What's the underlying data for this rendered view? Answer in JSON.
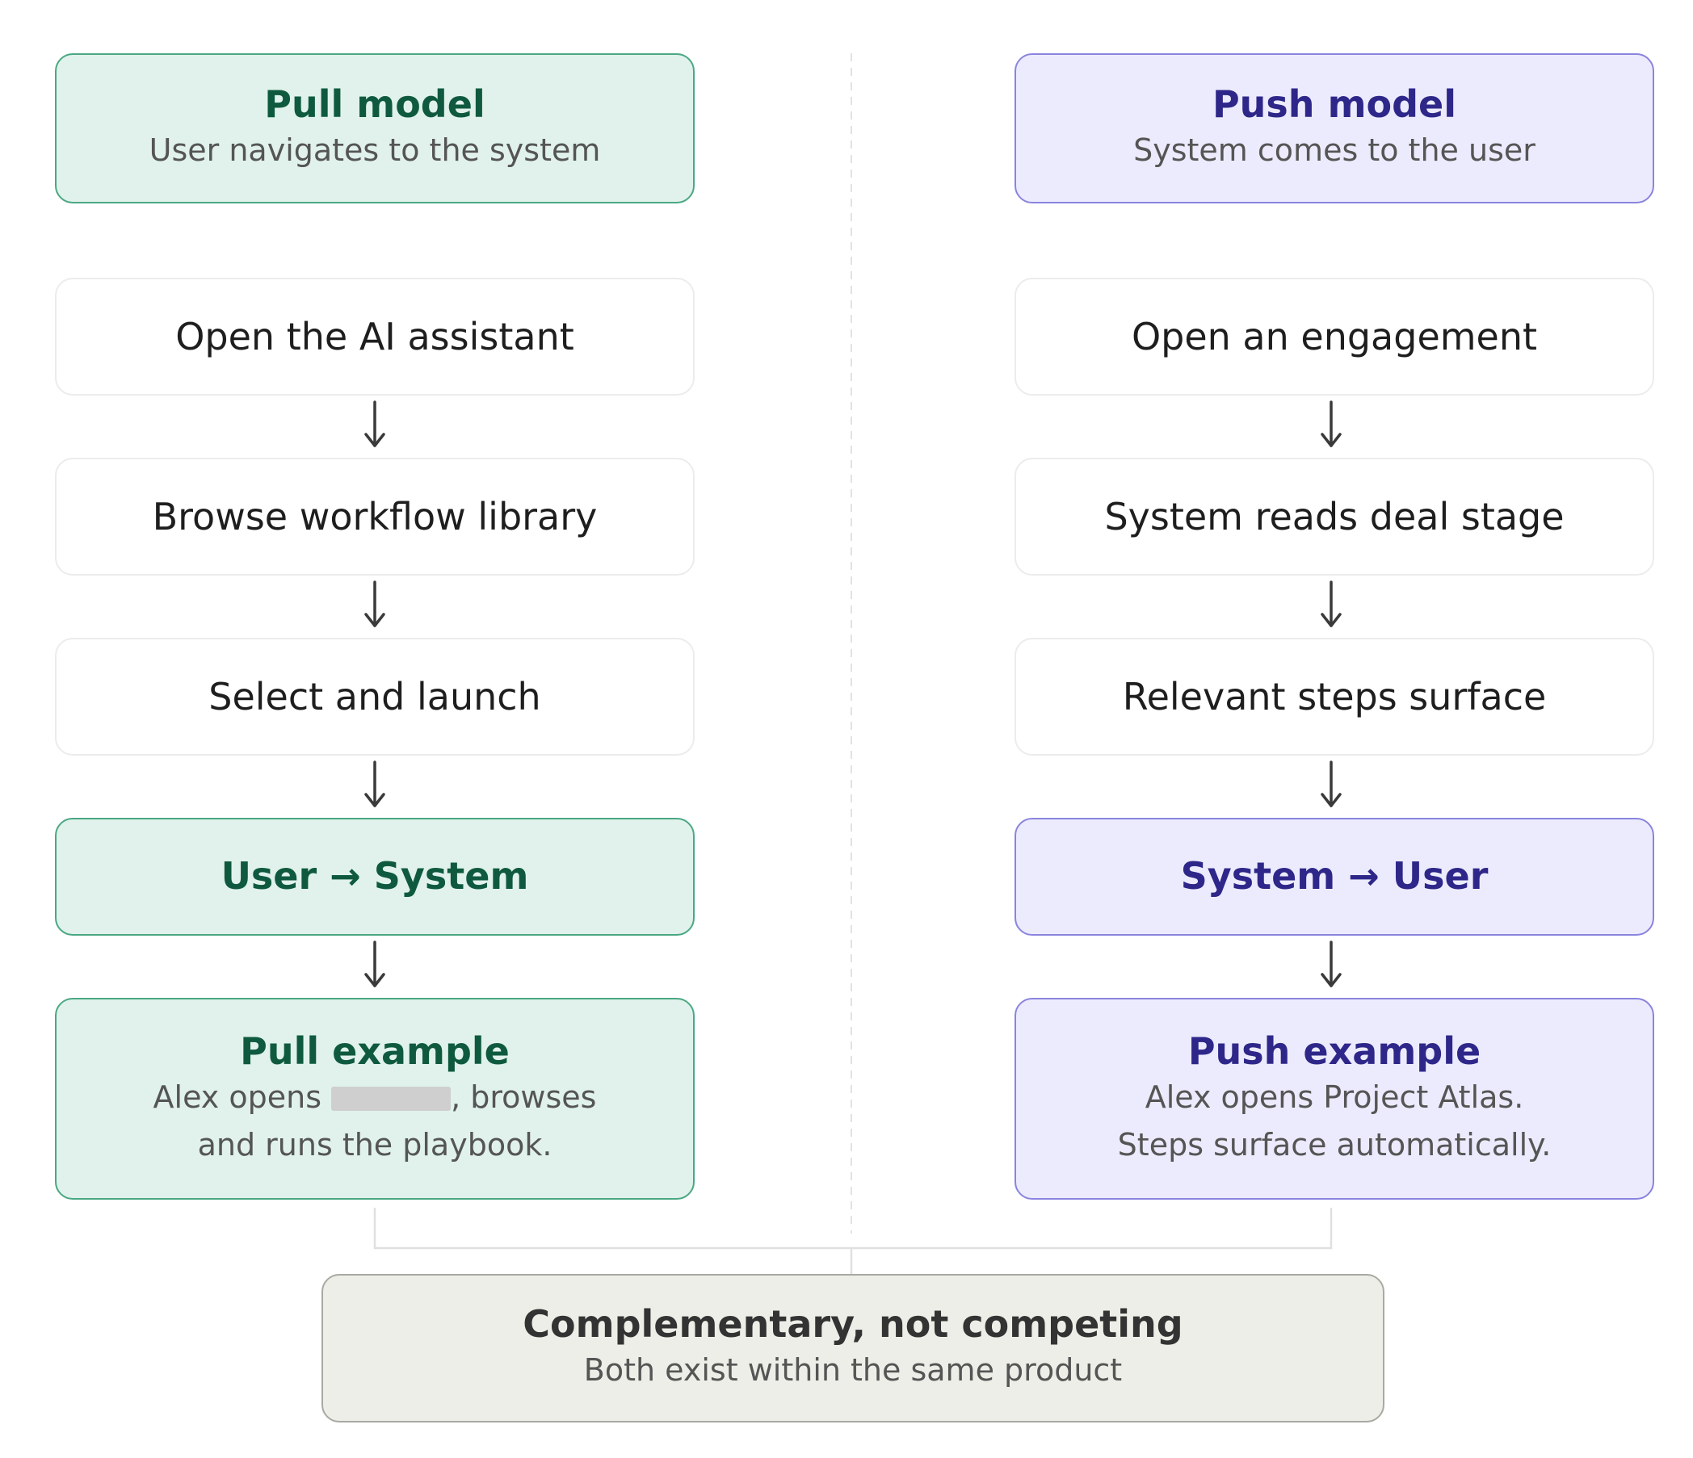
{
  "colors": {
    "pull_fill": "#e0f2eb",
    "pull_border": "#4aa882",
    "pull_text": "#0f5a3f",
    "push_fill": "#ecebfd",
    "push_border": "#8a84de",
    "push_text": "#2e2789",
    "summary_fill": "#eeeee8",
    "summary_border": "#a9a9a2",
    "arrow": "#3a3a3a"
  },
  "pull": {
    "header_title": "Pull model",
    "header_sub": "User navigates to the system",
    "steps": [
      "Open the AI assistant",
      "Browse workflow library",
      "Select and launch"
    ],
    "direction_left": "User",
    "direction_right": "System",
    "direction_arrow": "→",
    "example_title": "Pull example",
    "example_line1_before": "Alex opens",
    "example_line1_after": ", browses",
    "example_line2": "and runs the playbook."
  },
  "push": {
    "header_title": "Push model",
    "header_sub": "System comes to the user",
    "steps": [
      "Open an engagement",
      "System reads deal stage",
      "Relevant steps surface"
    ],
    "direction_left": "System",
    "direction_right": "User",
    "direction_arrow": "→",
    "example_title": "Push example",
    "example_line1": "Alex opens Project Atlas.",
    "example_line2": "Steps surface automatically."
  },
  "summary": {
    "title": "Complementary, not competing",
    "sub": "Both exist within the same product"
  }
}
